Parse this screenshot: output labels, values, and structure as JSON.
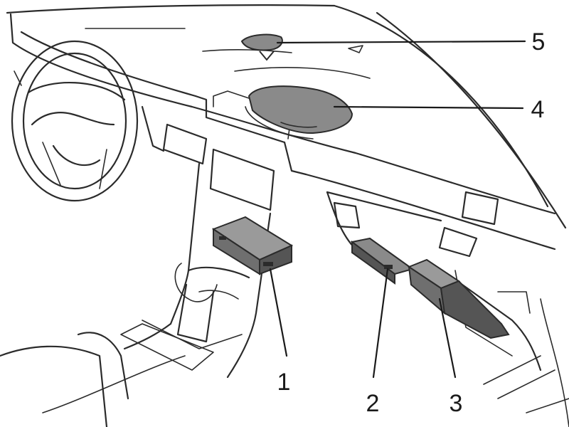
{
  "callouts": [
    {
      "label": "1",
      "component": "center-console-module"
    },
    {
      "label": "2",
      "component": "glovebox-module-left"
    },
    {
      "label": "3",
      "component": "glovebox-module-right"
    },
    {
      "label": "4",
      "component": "dashboard-top-module"
    },
    {
      "label": "5",
      "component": "windshield-sensor"
    }
  ],
  "colors": {
    "outline": "#2b2b2b",
    "component_fill": "#8a8a8a",
    "component_dark": "#555555",
    "background": "#ffffff"
  }
}
